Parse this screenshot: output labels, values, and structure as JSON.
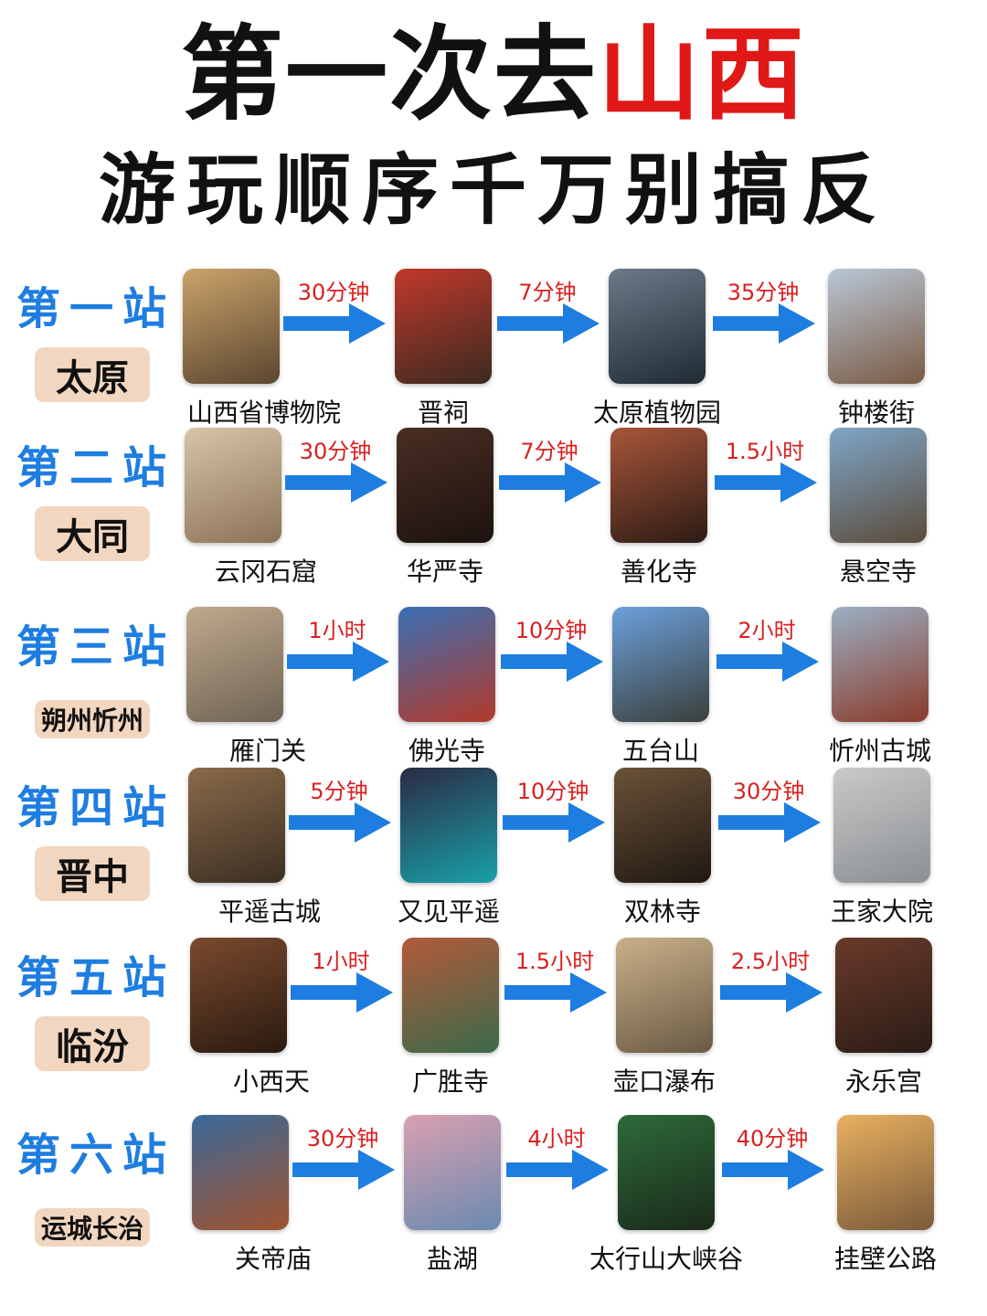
{
  "title": {
    "line1_a": "第一次去",
    "line1_b": "山西",
    "line2": "游玩顺序千万别搞反"
  },
  "colors": {
    "station": "#1e7de0",
    "arrow": "#1e7de0",
    "time": "#d92020",
    "badge": "#f2d6bf",
    "highlight": "#e01818"
  },
  "stations": [
    {
      "label": "第一站",
      "city": "太原",
      "places": [
        "山西省博物院",
        "晋祠",
        "太原植物园",
        "钟楼街"
      ],
      "times": [
        "30分钟",
        "7分钟",
        "35分钟"
      ]
    },
    {
      "label": "第二站",
      "city": "大同",
      "places": [
        "云冈石窟",
        "华严寺",
        "善化寺",
        "悬空寺"
      ],
      "times": [
        "30分钟",
        "7分钟",
        "1.5小时"
      ]
    },
    {
      "label": "第三站",
      "city": "朔州忻州",
      "places": [
        "雁门关",
        "佛光寺",
        "五台山",
        "忻州古城"
      ],
      "times": [
        "1小时",
        "10分钟",
        "2小时"
      ]
    },
    {
      "label": "第四站",
      "city": "晋中",
      "places": [
        "平遥古城",
        "又见平遥",
        "双林寺",
        "王家大院"
      ],
      "times": [
        "5分钟",
        "10分钟",
        "30分钟"
      ]
    },
    {
      "label": "第五站",
      "city": "临汾",
      "places": [
        "小西天",
        "广胜寺",
        "壶口瀑布",
        "永乐宫"
      ],
      "times": [
        "1小时",
        "1.5小时",
        "2.5小时"
      ]
    },
    {
      "label": "第六站",
      "city": "运城长治",
      "places": [
        "关帝庙",
        "盐湖",
        "太行山大峡谷",
        "挂壁公路"
      ],
      "times": [
        "30分钟",
        "4小时",
        "40分钟"
      ]
    }
  ]
}
